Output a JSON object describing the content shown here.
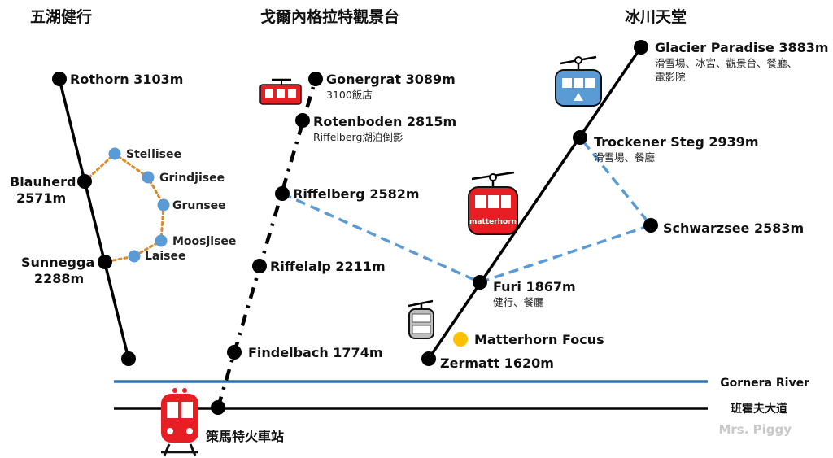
{
  "headings": {
    "five_lakes": "五湖健行",
    "gornergrat": "戈爾內格拉特觀景台",
    "glacier": "冰川天堂"
  },
  "stations": {
    "rothorn": "Rothorn 3103m",
    "blauherd_1": "Blauherd",
    "blauherd_2": "2571m",
    "sunnegga_1": "Sunnegga",
    "sunnegga_2": "2288m",
    "gornergrat": "Gonergrat 3089m",
    "gornergrat_sub": "3100飯店",
    "rotenboden": "Rotenboden 2815m",
    "rotenboden_sub": "Riffelberg湖泊倒影",
    "riffelberg": "Riffelberg 2582m",
    "riffelalp": "Riffelalp 2211m",
    "findelbach": "Findelbach 1774m",
    "zermatt_station": "策馬特火車站",
    "glacier_paradise": "Glacier Paradise 3883m",
    "glacier_paradise_sub1": "滑雪場、冰宮、觀景台、餐廳、",
    "glacier_paradise_sub2": "電影院",
    "trockener_steg": "Trockener Steg 2939m",
    "trockener_steg_sub": "滑雪場、餐廳",
    "schwarzsee": "Schwarzsee 2583m",
    "furi": "Furi 1867m",
    "furi_sub": "健行、餐廳",
    "zermatt": "Zermatt 1620m",
    "matterhorn_focus": "Matterhorn Focus"
  },
  "lakes": [
    "Stellisee",
    "Grindjisee",
    "Grunsee",
    "Moosjisee",
    "Laisee"
  ],
  "legend": {
    "river": "Gornera River",
    "road": "班霍夫大道",
    "watermark": "Mrs. Piggy"
  },
  "icons": {
    "gondola_red_label": "matterhorn"
  },
  "colors": {
    "line": "#000000",
    "lake_dot": "#5b9bd5",
    "lake_path": "#d98b2b",
    "link_dash": "#5b9bd5",
    "river": "#2e75b6",
    "train_red": "#e81e25",
    "focus_dot": "#ffc000",
    "gondola_blue": "#5b9bd5"
  }
}
